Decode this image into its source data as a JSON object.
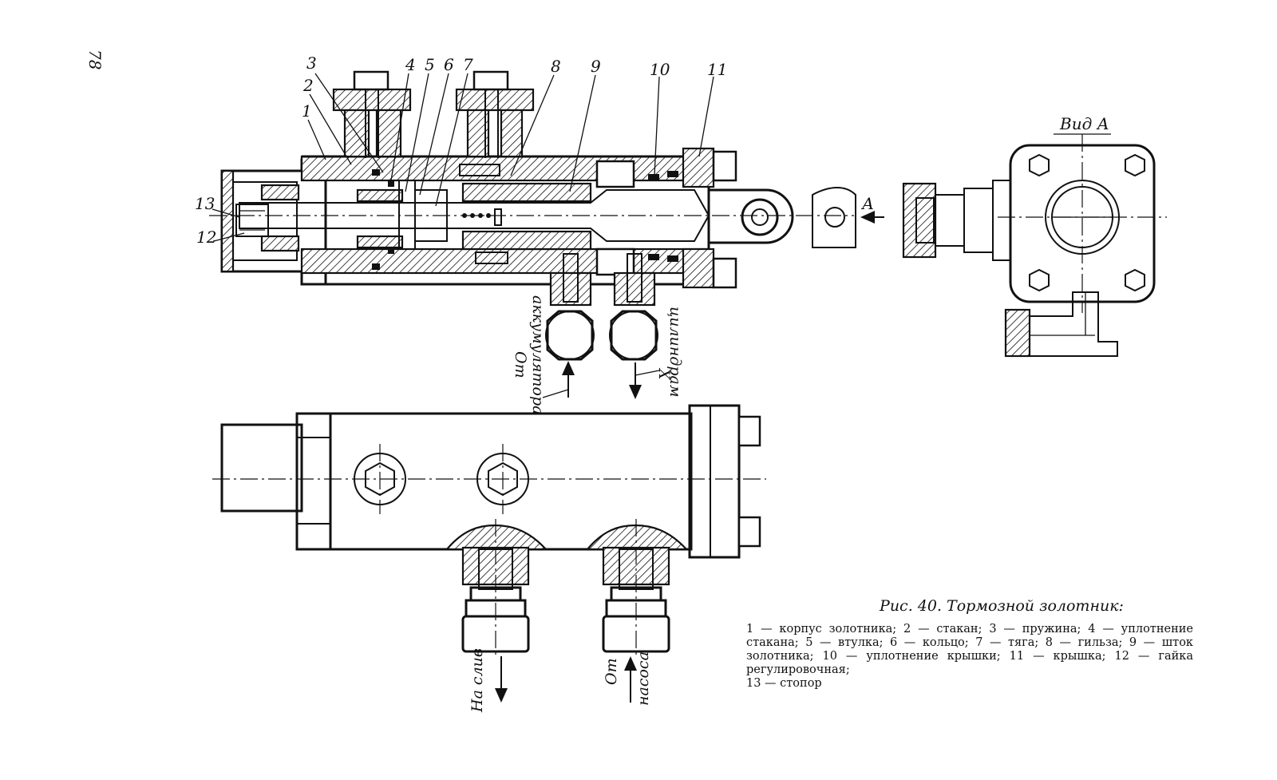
{
  "page_number": "78",
  "labels": {
    "parts": [
      "1",
      "2",
      "3",
      "4",
      "5",
      "6",
      "7",
      "8",
      "9",
      "10",
      "11",
      "12",
      "13"
    ],
    "view_a": "Вид А",
    "arrow_a": "А",
    "x_mark": "Х"
  },
  "flow_labels": {
    "from_accumulator_1": "От",
    "from_accumulator_2": "аккумулятора",
    "to_cylinders_1": "К",
    "to_cylinders_2": "цилиндрам",
    "to_drain": "На слив",
    "from_pump_1": "От",
    "from_pump_2": "насоса"
  },
  "caption": {
    "title": "Рис. 40. Тормозной золотник:",
    "legend": "1 — корпус золотника; 2 — стакан; 3 — пружина; 4 — уплотнение стакана; 5 — втулка; 6 — кольцо; 7 — тяга; 8 — гильза; 9 — шток золотника; 10 — уплотнение крышки; 11 — крышка; 12 — гайка регулировочная;",
    "legend_last": "13 — стопор"
  }
}
